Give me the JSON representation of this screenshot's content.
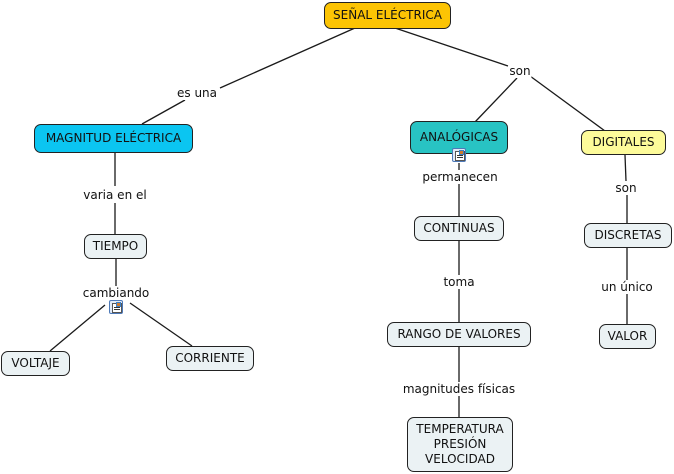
{
  "concepts": {
    "senal": {
      "label": "SEÑAL ELÉCTRICA",
      "color": "#fcc404"
    },
    "magnitud": {
      "label": "MAGNITUD ELÉCTRICA",
      "color": "#0bc5f1"
    },
    "analogicas": {
      "label": "ANALÓGICAS",
      "color": "#28c3c3"
    },
    "digitales": {
      "label": "DIGITALES",
      "color": "#fdfb9a"
    },
    "tiempo": {
      "label": "TIEMPO"
    },
    "voltaje": {
      "label": "VOLTAJE"
    },
    "corriente": {
      "label": "CORRIENTE"
    },
    "continuas": {
      "label": "CONTINUAS"
    },
    "rango": {
      "label": "RANGO DE VALORES"
    },
    "temperatura": {
      "label": "TEMPERATURA\nPRESIÓN\nVELOCIDAD"
    },
    "discretas": {
      "label": "DISCRETAS"
    },
    "valor": {
      "label": "VALOR"
    }
  },
  "links": {
    "es_una": "es una",
    "son_top": "son",
    "varia": "varia en el",
    "cambiando": "cambiando",
    "permanecen": "permanecen",
    "toma": "toma",
    "magnitudes": "magnitudes físicas",
    "son_dig": "son",
    "un_unico": "un único"
  },
  "icons": {
    "analogicas_resource": "resource-document-icon",
    "cambiando_resource": "resource-document-icon"
  },
  "colors": {
    "default_node": "#ebf2f4",
    "resource_icon_border": "#4d79b8"
  }
}
